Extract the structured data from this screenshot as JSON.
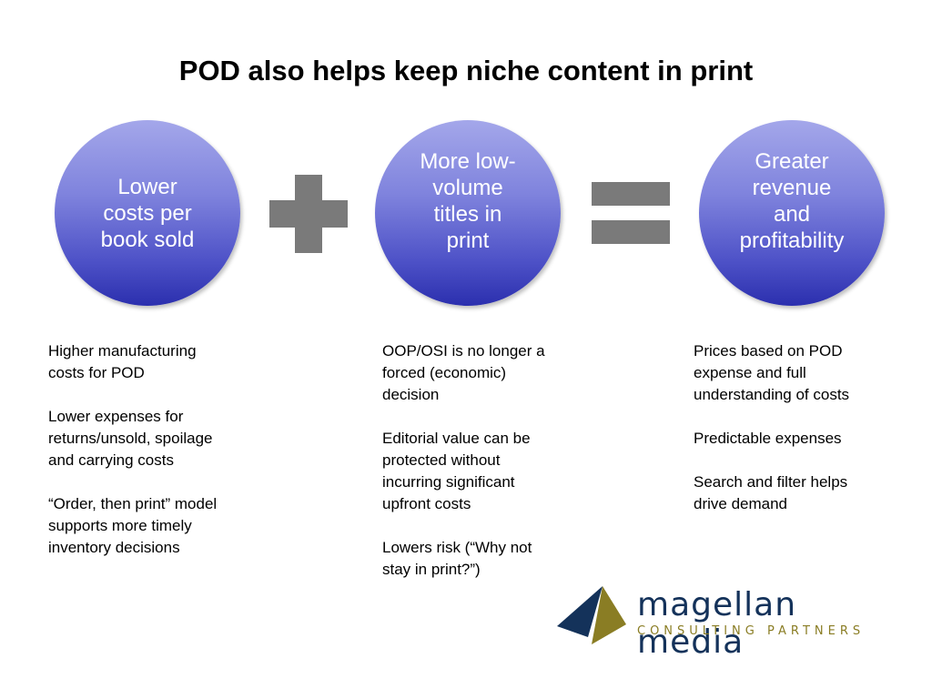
{
  "slide": {
    "title": "POD also helps keep niche content in print"
  },
  "circles": [
    {
      "label": "Lower\ncosts per\nbook sold"
    },
    {
      "label": "More low-\nvolume\ntitles in\nprint"
    },
    {
      "label": "Greater\nrevenue\nand\nprofitability"
    }
  ],
  "operators": {
    "plus": "plus-icon",
    "equals": "equals-icon"
  },
  "columns": [
    {
      "items": [
        "Higher manufacturing\ncosts for POD",
        "Lower expenses for\nreturns/unsold, spoilage\nand carrying costs",
        "“Order, then print” model\nsupports more timely\ninventory decisions"
      ]
    },
    {
      "items": [
        "OOP/OSI is no longer a\nforced (economic)\ndecision",
        "Editorial value can be\nprotected without\nincurring significant\nupfront costs",
        "Lowers risk (“Why not\nstay in print?”)"
      ]
    },
    {
      "items": [
        "Prices based on POD\nexpense and full\nunderstanding of costs",
        "Predictable expenses",
        "Search and filter helps\ndrive demand"
      ]
    }
  ],
  "logo": {
    "name": "magellan media",
    "subtitle": "CONSULTING   PARTNERS",
    "colors": {
      "navy": "#14325a",
      "olive": "#8a7d24"
    }
  },
  "colors": {
    "circle_top": "#a4a7ea",
    "circle_bottom": "#2b2fae",
    "operator": "#7a7a7a"
  }
}
